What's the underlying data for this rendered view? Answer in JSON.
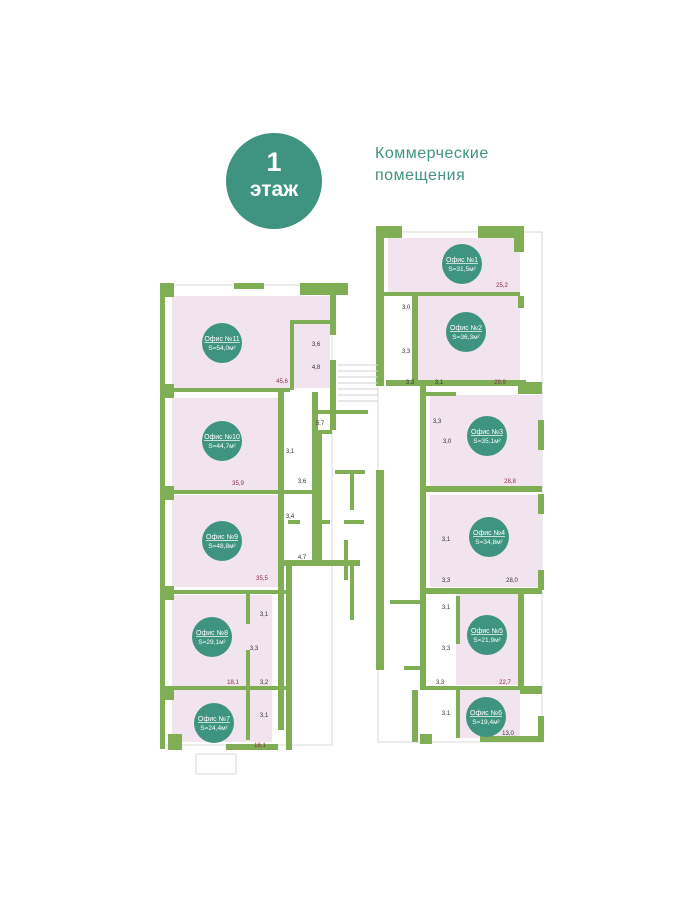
{
  "floor": {
    "number": "1",
    "word": "этаж"
  },
  "title": {
    "line1": "Коммерческие",
    "line2": "помещения"
  },
  "offices": [
    {
      "name": "Офис №1",
      "area": "S=31,5м²"
    },
    {
      "name": "Офис №2",
      "area": "S=36,3м²"
    },
    {
      "name": "Офис №3",
      "area": "S=35,1м²"
    },
    {
      "name": "Офис №4",
      "area": "S=34,8м²"
    },
    {
      "name": "Офис №5",
      "area": "S=21,9м²"
    },
    {
      "name": "Офис №6",
      "area": "S=19,4м²"
    },
    {
      "name": "Офис №7",
      "area": "S=24,4м²"
    },
    {
      "name": "Офис №8",
      "area": "S=29,1м²"
    },
    {
      "name": "Офис №9",
      "area": "S=48,8м²"
    },
    {
      "name": "Офис №10",
      "area": "S=44,7м²"
    },
    {
      "name": "Офис №11",
      "area": "S=54,0м²"
    }
  ],
  "dims": [
    "25,2",
    "3,0",
    "3,3",
    "29,9",
    "3,3",
    "3,1",
    "3,3",
    "3,0",
    "28,8",
    "3,1",
    "3,3",
    "28,0",
    "3,1",
    "3,3",
    "22,7",
    "3,3",
    "3,1",
    "13,0",
    "3,6",
    "4,8",
    "45,6",
    "5,7",
    "3,1",
    "3,6",
    "35,9",
    "3,4",
    "4,7",
    "35,5",
    "3,1",
    "3,3",
    "18,1",
    "3,2",
    "3,1",
    "18,1"
  ],
  "colors": {
    "wall": "#7fae55",
    "office_fill": "#f2e4ee",
    "badge": "#3e9480",
    "title": "#3e9480"
  }
}
